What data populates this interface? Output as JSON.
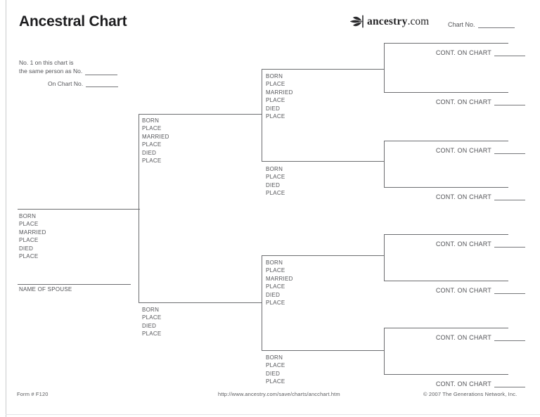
{
  "header": {
    "title": "Ancestral Chart",
    "logo": {
      "icon": "ancestry-leaf-icon",
      "name": "ancestry",
      "suffix": ".com"
    },
    "chart_no_label": "Chart No."
  },
  "intro": {
    "line1": "No. 1 on this chart is",
    "line2": "the same person as No.",
    "on_chart_label": "On Chart No."
  },
  "labels": {
    "cont_on_chart": "CONT. ON CHART",
    "name_of_spouse": "NAME OF SPOUSE"
  },
  "persons": {
    "person1": {
      "fields": [
        "BORN",
        "PLACE",
        "MARRIED",
        "PLACE",
        "DIED",
        "PLACE"
      ]
    },
    "father": {
      "fields": [
        "BORN",
        "PLACE",
        "MARRIED",
        "PLACE",
        "DIED",
        "PLACE"
      ]
    },
    "mother": {
      "fields": [
        "BORN",
        "PLACE",
        "DIED",
        "PLACE"
      ]
    },
    "paternal_grandfather": {
      "fields": [
        "BORN",
        "PLACE",
        "MARRIED",
        "PLACE",
        "DIED",
        "PLACE"
      ]
    },
    "paternal_grandmother": {
      "fields": [
        "BORN",
        "PLACE",
        "DIED",
        "PLACE"
      ]
    },
    "maternal_grandfather": {
      "fields": [
        "BORN",
        "PLACE",
        "MARRIED",
        "PLACE",
        "DIED",
        "PLACE"
      ]
    },
    "maternal_grandmother": {
      "fields": [
        "BORN",
        "PLACE",
        "DIED",
        "PLACE"
      ]
    }
  },
  "footer": {
    "form_number": "Form # F120",
    "url": "http://www.ancestry.com/save/charts/ancchart.htm",
    "copyright": "© 2007 The Generations Network, Inc."
  }
}
